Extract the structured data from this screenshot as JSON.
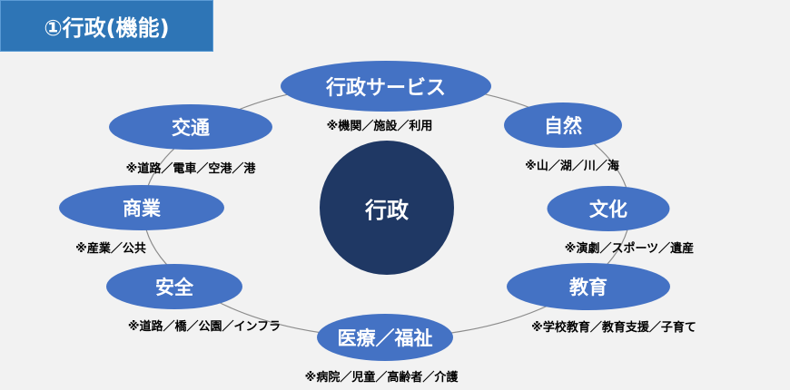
{
  "title": "①行政(機能)",
  "center": "行政",
  "nodes": [
    {
      "label": "行政サービス",
      "note": "※機関／施設／利用"
    },
    {
      "label": "自然",
      "note": "※山／湖／川／海"
    },
    {
      "label": "文化",
      "note": "※演劇／スポーツ／遺産"
    },
    {
      "label": "教育",
      "note": "※学校教育／教育支援／子育て"
    },
    {
      "label": "医療／福祉",
      "note": "※病院／児童／高齢者／介護"
    },
    {
      "label": "安全",
      "note": "※道路／橋／公園／インフラ"
    },
    {
      "label": "商業",
      "note": "※産業／公共"
    },
    {
      "label": "交通",
      "note": "※道路／電車／空港／港"
    }
  ],
  "colors": {
    "node": "#4472c4",
    "center": "#1f3864",
    "title": "#2e75b6"
  }
}
